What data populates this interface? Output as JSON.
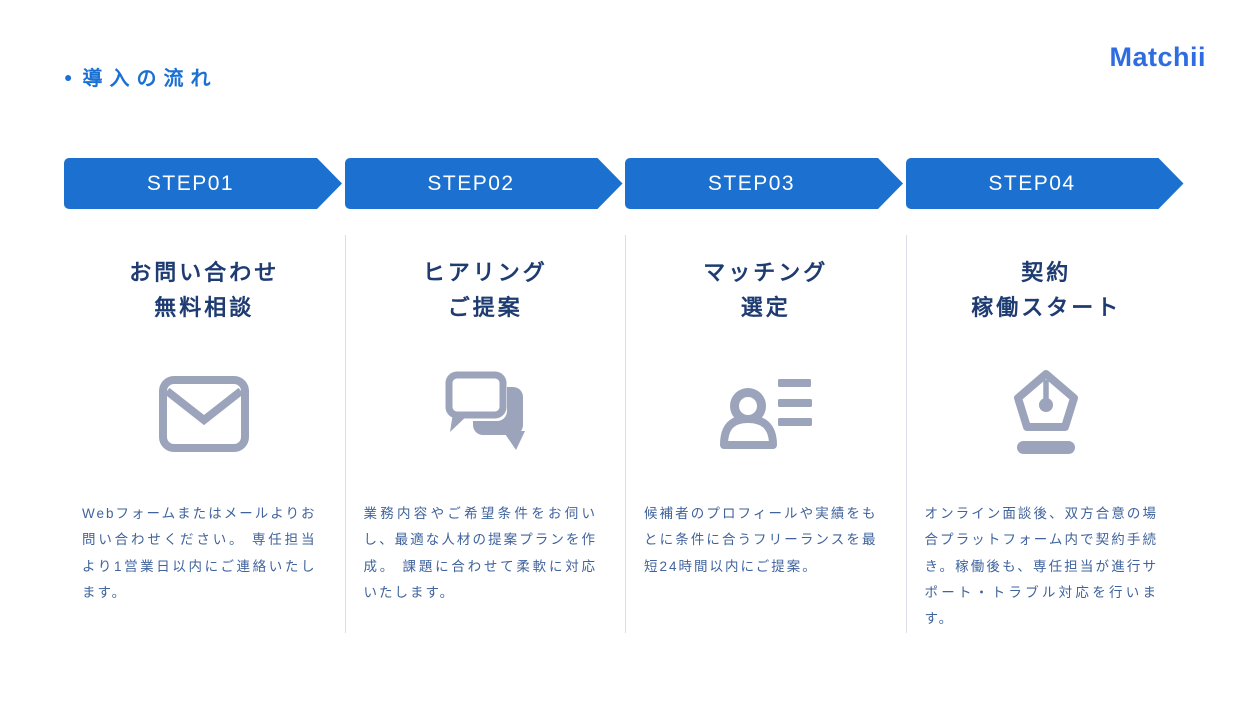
{
  "header": {
    "bullet_icon": "●",
    "title": "導入の流れ"
  },
  "logo": "Matchii",
  "colors": {
    "accent_blue": "#1c70d0",
    "header_blue": "#1b70d4",
    "logo_blue": "#2f6be1",
    "title_navy": "#1f3c72",
    "body_text_blue": "#40639d",
    "icon_gray": "#9ca4bb",
    "divider_gray": "#dcdfe8"
  },
  "steps": [
    {
      "banner": "STEP01",
      "title_lines": [
        "お問い合わせ",
        "無料相談"
      ],
      "icon": "envelope-icon",
      "description": "Webフォームまたはメールよりお問い合わせください。 専任担当より1営業日以内にご連絡いたします。"
    },
    {
      "banner": "STEP02",
      "title_lines": [
        "ヒアリング",
        "ご提案"
      ],
      "icon": "chat-bubbles-icon",
      "description": "業務内容やご希望条件をお伺いし、最適な人材の提案プランを作成。 課題に合わせて柔軟に対応いたします。"
    },
    {
      "banner": "STEP03",
      "title_lines": [
        "マッチング",
        "選定"
      ],
      "icon": "person-list-icon",
      "description": "候補者のプロフィールや実績をもとに条件に合うフリーランスを最短24時間以内にご提案。"
    },
    {
      "banner": "STEP04",
      "title_lines": [
        "契約",
        "稼働スタート"
      ],
      "icon": "pen-nib-icon",
      "description": "オンライン面談後、双方合意の場合プラットフォーム内で契約手続き。稼働後も、専任担当が進行サポート・トラブル対応を行います。"
    }
  ]
}
